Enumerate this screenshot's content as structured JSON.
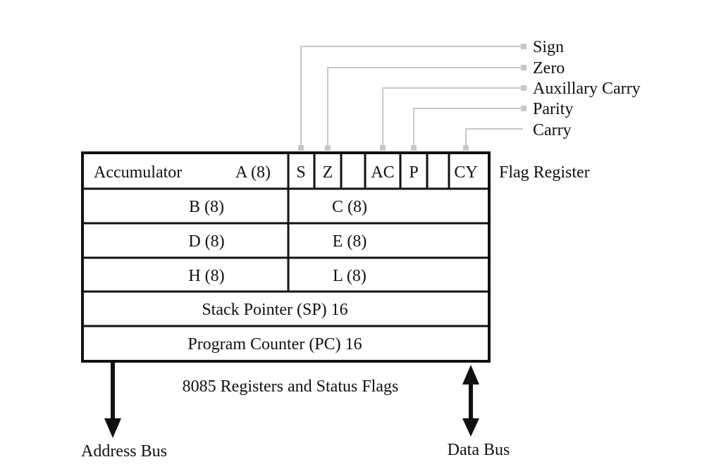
{
  "registers": {
    "accumulator_label": "Accumulator",
    "accumulator_size": "A (8)",
    "b": "B (8)",
    "c": "C (8)",
    "d": "D (8)",
    "e": "E (8)",
    "h": "H (8)",
    "l": "L (8)",
    "sp": "Stack Pointer (SP) 16",
    "pc": "Program Counter (PC) 16"
  },
  "flags": {
    "bits": [
      "S",
      "Z",
      "",
      "AC",
      "",
      "P",
      "",
      "CY"
    ],
    "register_label": "Flag Register",
    "legend": [
      "Sign",
      "Zero",
      "Auxillary Carry",
      "Parity",
      "Carry"
    ]
  },
  "caption": "8085 Registers and Status Flags",
  "buses": {
    "address": "Address Bus",
    "data": "Data Bus"
  },
  "colors": {
    "line": "#111111",
    "leader": "#c8c8c8"
  }
}
